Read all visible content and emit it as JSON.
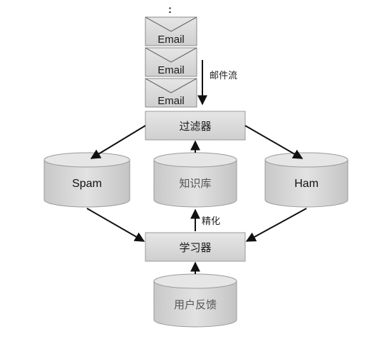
{
  "ellipsis": ":",
  "emails": [
    "Email",
    "Email",
    "Email"
  ],
  "edge_labels": {
    "mail_stream": "邮件流",
    "refine": "精化"
  },
  "nodes": {
    "filter": "过滤器",
    "spam": "Spam",
    "knowledge": "知识库",
    "ham": "Ham",
    "learner": "学习器",
    "feedback": "用户反馈"
  },
  "colors": {
    "box_fill": "#d9d9d9",
    "cylinder_fill": "#d4d4d4",
    "cylinder_top": "#e8e8e8",
    "line": "#111111"
  }
}
